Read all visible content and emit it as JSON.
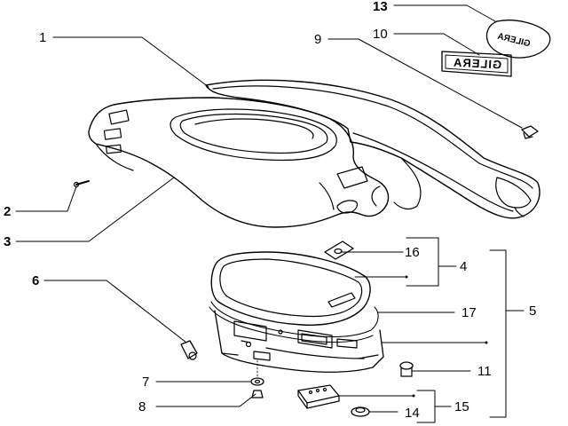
{
  "callouts": {
    "c1": "1",
    "c2": "2",
    "c3": "3",
    "c4": "4",
    "c5": "5",
    "c6": "6",
    "c7": "7",
    "c8": "8",
    "c9": "9",
    "c10": "10",
    "c11": "11",
    "c13": "13",
    "c14": "14",
    "c15": "15",
    "c16": "16",
    "c17": "17"
  },
  "logos": {
    "decal": "GILERA",
    "badge": "GILERA"
  }
}
